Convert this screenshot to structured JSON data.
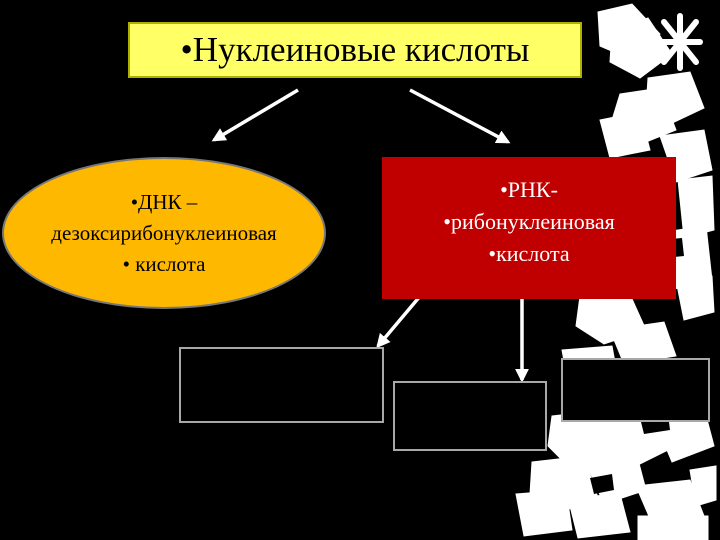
{
  "title": "Нуклеиновые кислоты",
  "dna": {
    "line1": "ДНК –",
    "line2": "дезоксирибонуклеиновая",
    "line3": " кислота"
  },
  "rna": {
    "line1": "РНК-",
    "line2": "рибонуклеиновая",
    "line3": "кислота"
  },
  "colors": {
    "background": "#000000",
    "title_fill": "#ffff66",
    "dna_fill": "#ffb800",
    "rna_fill": "#c00000",
    "decoration": "#ffffff"
  }
}
